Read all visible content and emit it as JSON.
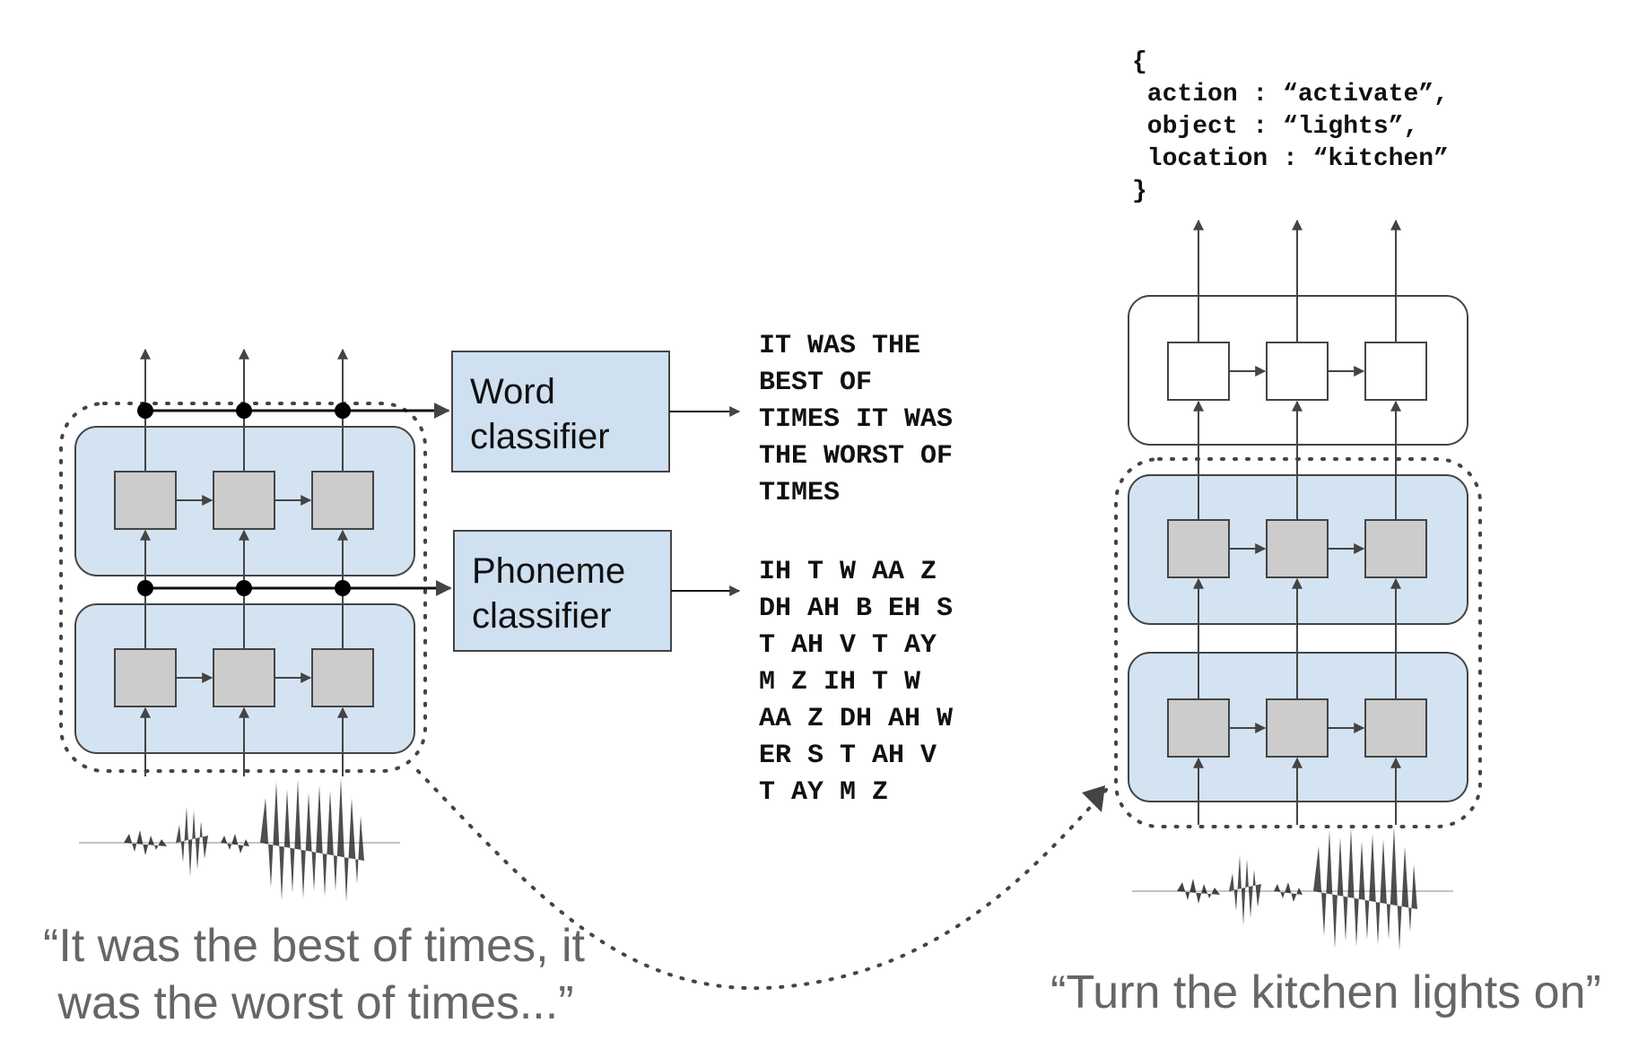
{
  "left_model": {
    "classifiers": {
      "word": [
        "Word",
        "classifier"
      ],
      "phoneme": [
        "Phoneme",
        "classifier"
      ]
    },
    "word_output": [
      "IT WAS THE",
      "BEST OF",
      "TIMES IT WAS",
      "THE WORST OF",
      "TIMES"
    ],
    "phoneme_output": [
      "IH T W AA Z",
      "DH AH B EH S",
      "T AH V T AY",
      "M Z IH T W",
      "AA Z DH AH W",
      "ER S T AH V",
      "T AY M Z"
    ],
    "caption": [
      "“It was the best of times, it",
      "was the worst of times...”"
    ]
  },
  "right_model": {
    "json_output": [
      "{",
      " action : “activate”,",
      " object : “lights”,",
      " location : “kitchen”",
      "}"
    ],
    "caption": "“Turn the kitchen lights on”"
  },
  "colors": {
    "layer_fill": "#d4e3f2",
    "cell_fill": "#cccccc",
    "classifier_fill": "#cfe0f1",
    "line": "#444444",
    "caption_text": "#666666"
  }
}
